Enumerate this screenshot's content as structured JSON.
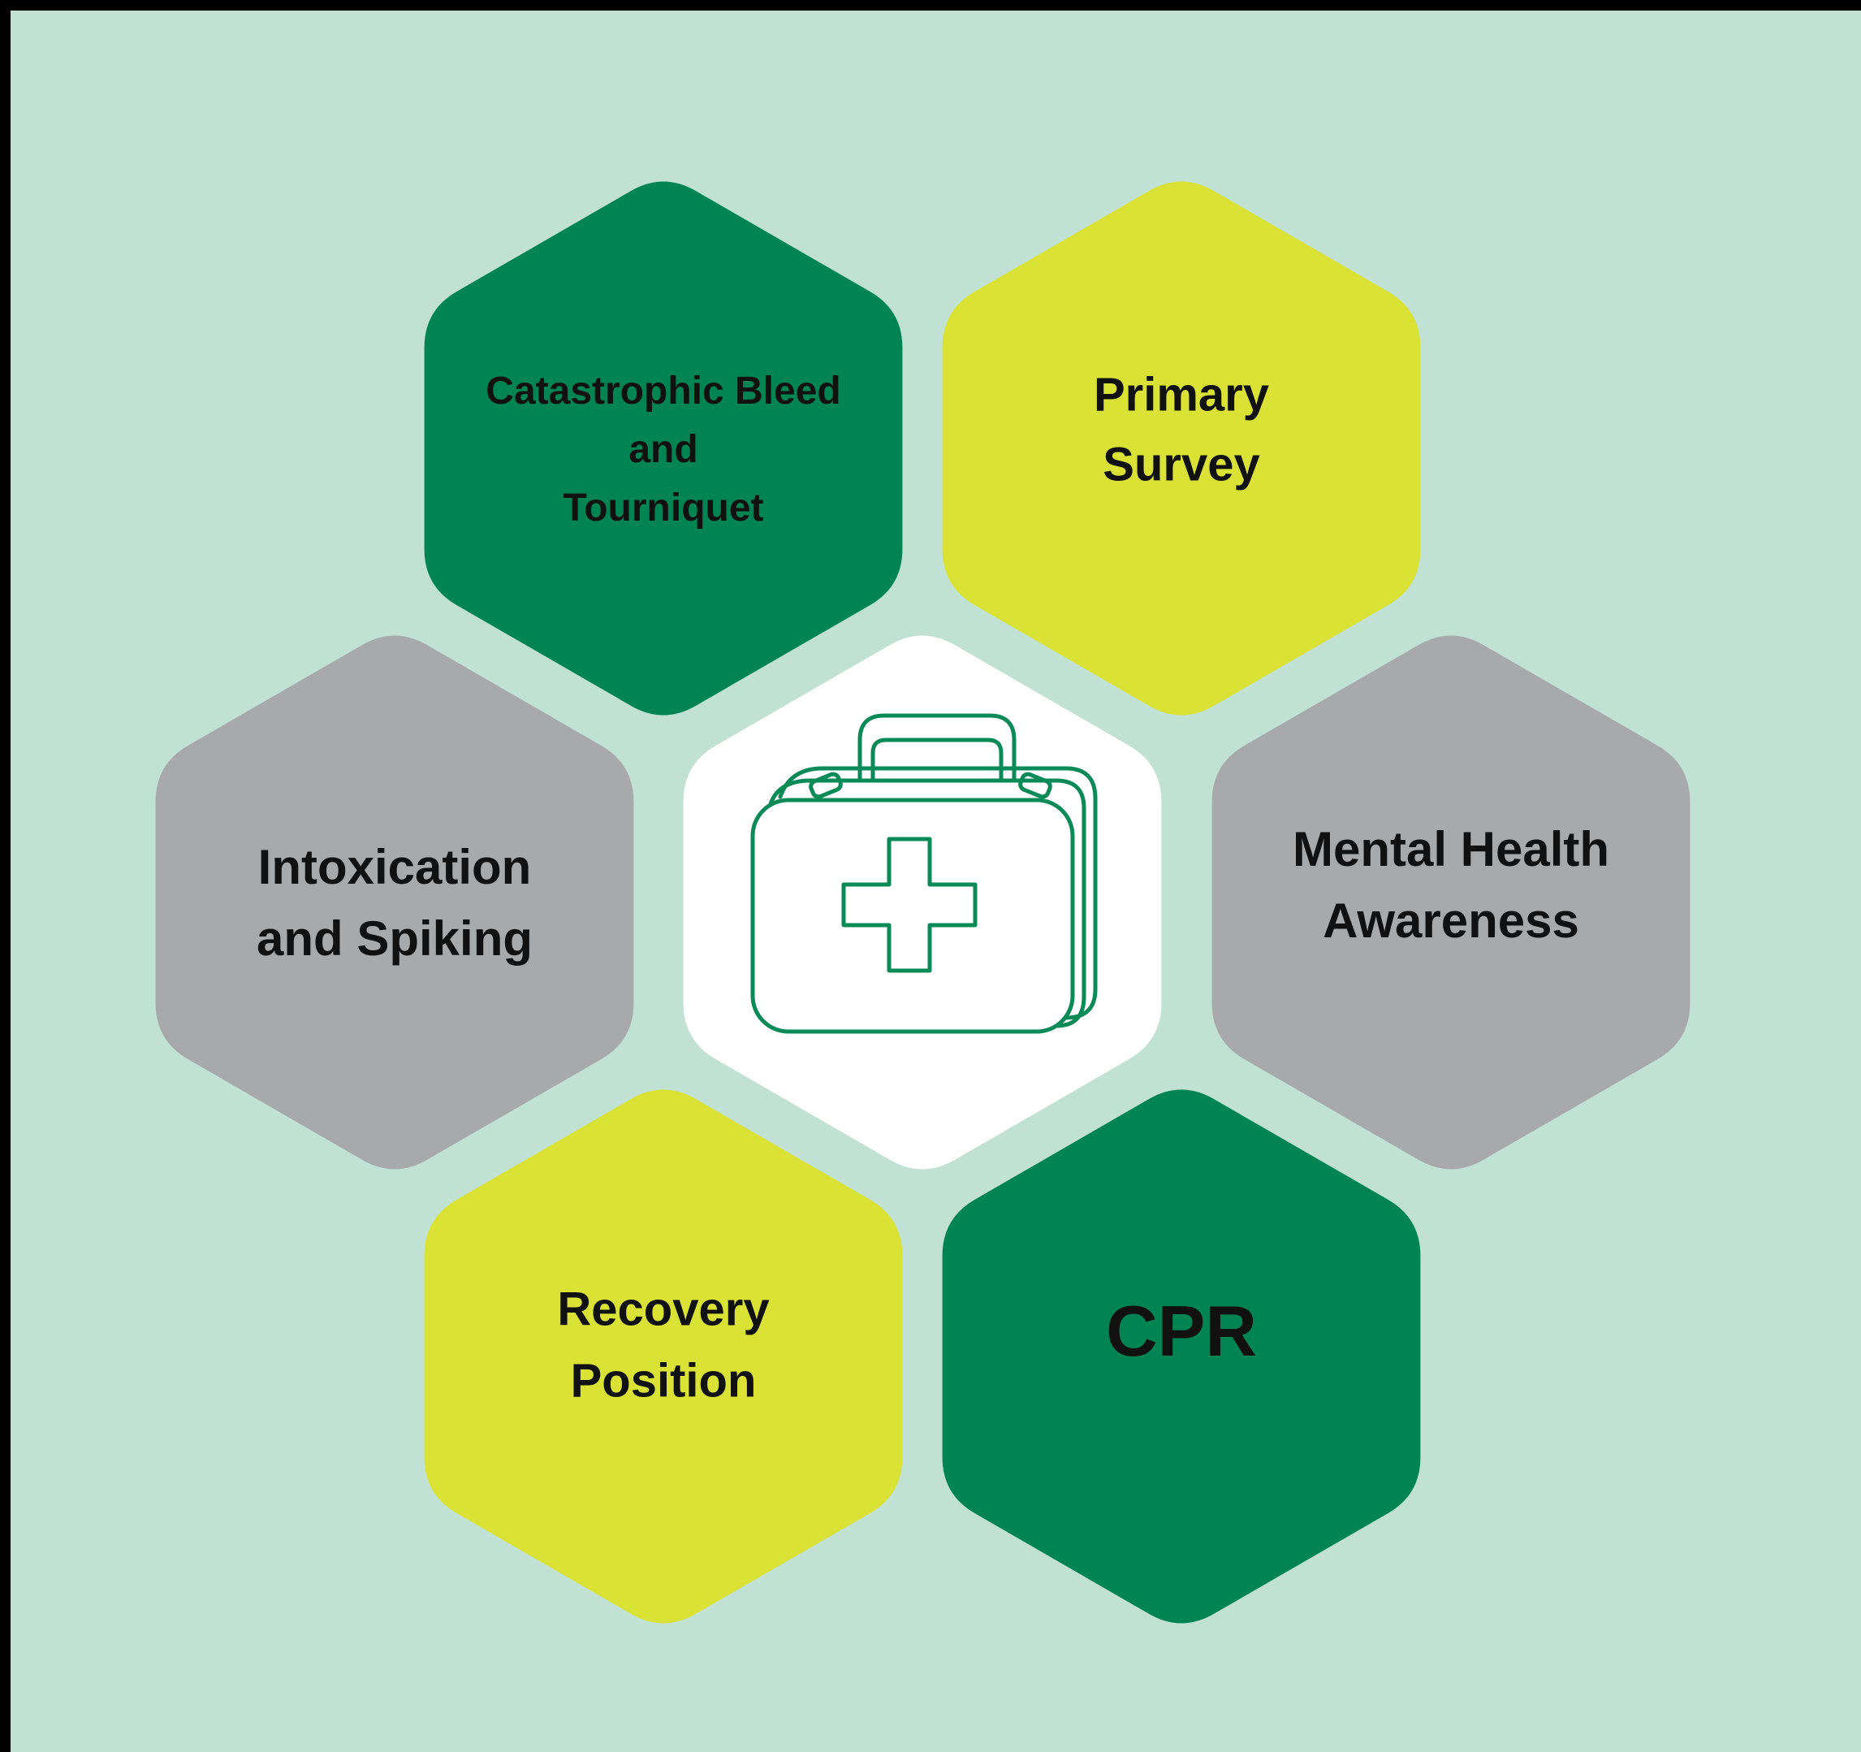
{
  "diagram": {
    "colors": {
      "background": "#c0e1d4",
      "dark_green": "#008453",
      "lime": "#dbe236",
      "gray": "#a8a9ab",
      "white": "#ffffff",
      "icon_stroke": "#0a8a57",
      "text": "#111111"
    },
    "center": {
      "icon": "first-aid-kit-icon",
      "fill": "#ffffff"
    },
    "tiles": [
      {
        "id": "catastrophic-bleed",
        "lines": [
          "Catastrophic Bleed",
          "and",
          "Tourniquet"
        ],
        "fill": "#008453"
      },
      {
        "id": "primary-survey",
        "lines": [
          "Primary",
          "Survey"
        ],
        "fill": "#dbe236"
      },
      {
        "id": "intoxication",
        "lines": [
          "Intoxication",
          "and Spiking"
        ],
        "fill": "#a8a9ab"
      },
      {
        "id": "mental-health",
        "lines": [
          "Mental Health",
          "Awareness"
        ],
        "fill": "#a8a9ab"
      },
      {
        "id": "recovery-position",
        "lines": [
          "Recovery",
          "Position"
        ],
        "fill": "#dbe236"
      },
      {
        "id": "cpr",
        "lines": [
          "CPR"
        ],
        "fill": "#008453"
      }
    ]
  }
}
